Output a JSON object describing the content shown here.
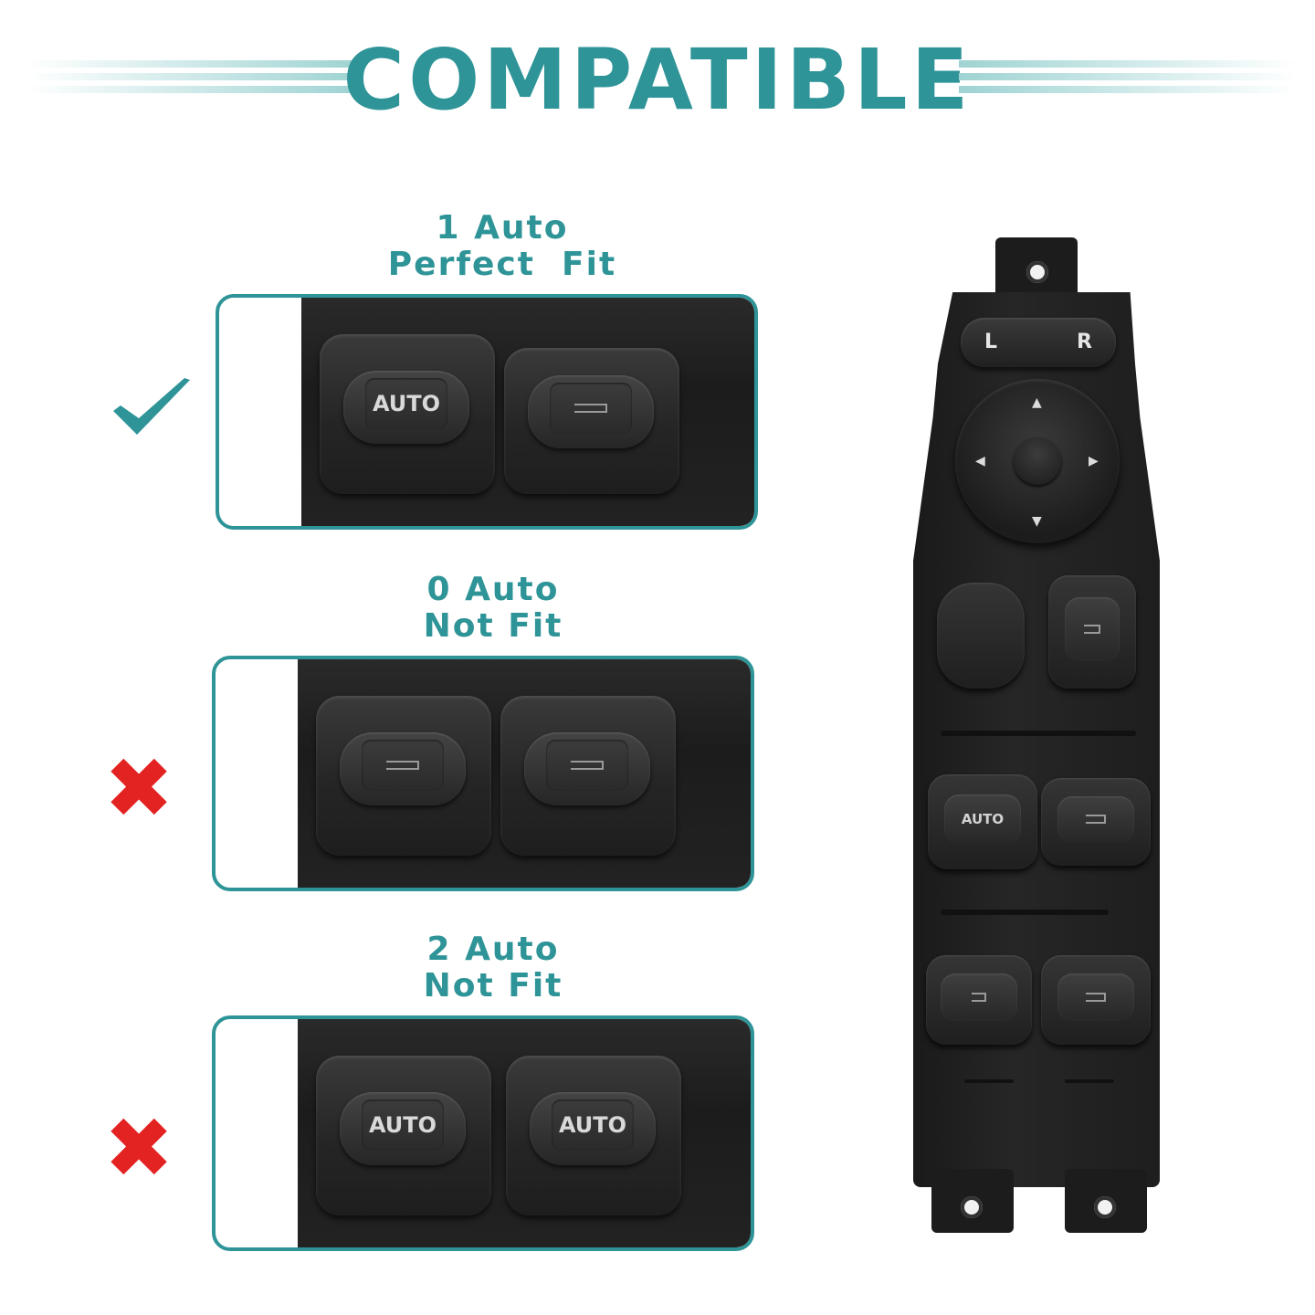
{
  "header": {
    "title": "COMPATIBLE"
  },
  "options": [
    {
      "line1": "1 Auto",
      "line2": "Perfect  Fit",
      "buttons": [
        "AUTO",
        ""
      ],
      "status": "fit"
    },
    {
      "line1": "0 Auto",
      "line2": "Not Fit",
      "buttons": [
        "",
        ""
      ],
      "status": "not-fit"
    },
    {
      "line1": "2 Auto",
      "line2": "Not Fit",
      "buttons": [
        "AUTO",
        "AUTO"
      ],
      "status": "not-fit"
    }
  ],
  "product": {
    "mirror_left": "L",
    "mirror_right": "R",
    "front_button": "AUTO"
  },
  "icons": {
    "fit": "checkmark-icon",
    "not_fit": "x-mark-icon"
  },
  "colors": {
    "accent": "#2e9497",
    "error": "#e32222",
    "panel": "#1e1e1e"
  }
}
